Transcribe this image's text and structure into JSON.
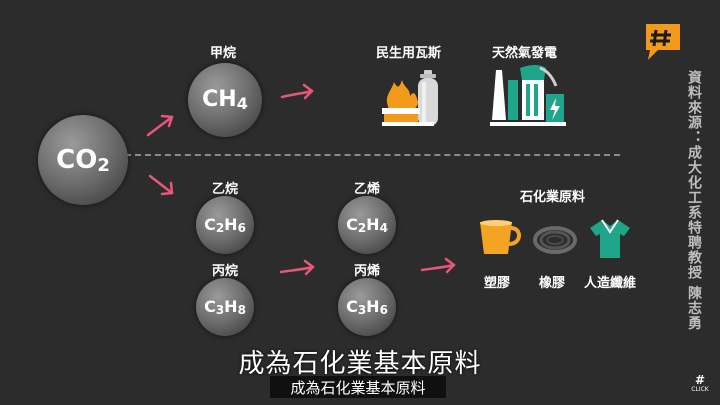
{
  "labels": {
    "methane": "甲烷",
    "gas_household": "民生用瓦斯",
    "power_plant": "天然氣發電",
    "ethane": "乙烷",
    "ethylene": "乙烯",
    "propane": "丙烷",
    "propylene": "丙烯",
    "petrochem": "石化業原料",
    "plastic": "塑膠",
    "rubber": "橡膠",
    "fiber": "人造纖維"
  },
  "formulas": {
    "co2_main": "CO",
    "co2_sub": "2",
    "ch4_main": "CH",
    "ch4_sub": "4",
    "c2h6": [
      "C",
      "2",
      "H",
      "6"
    ],
    "c2h4": [
      "C",
      "2",
      "H",
      "4"
    ],
    "c3h8": [
      "C",
      "3",
      "H",
      "8"
    ],
    "c3h6": [
      "C",
      "3",
      "H",
      "6"
    ]
  },
  "credit": "資料來源：成大化工系特聘教授 陳志勇",
  "subtitle_large": "成為石化業基本原料",
  "subtitle_box": "成為石化業基本原料",
  "logo_bottom": "CLICK",
  "colors": {
    "background": "#2c2c2c",
    "arrow": "#e8567a",
    "logo": "#f29b1a",
    "cup": "#f4a423",
    "fiber": "#1fa58a",
    "power": "#1fa58a",
    "flame": "#f29b1a"
  }
}
